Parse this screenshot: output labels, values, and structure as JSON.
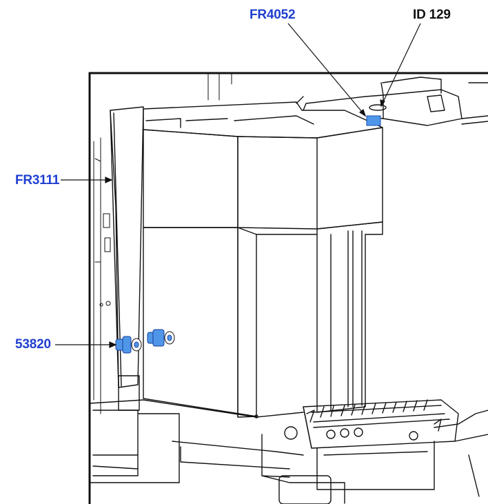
{
  "colors": {
    "part_label": "#1f3fd0",
    "id_label": "#111111",
    "highlight": "#4f96e8",
    "line": "#111111"
  },
  "labels": {
    "fr4052": "FR4052",
    "id129": "ID 129",
    "fr3111": "FR3111",
    "p53820": "53820"
  }
}
